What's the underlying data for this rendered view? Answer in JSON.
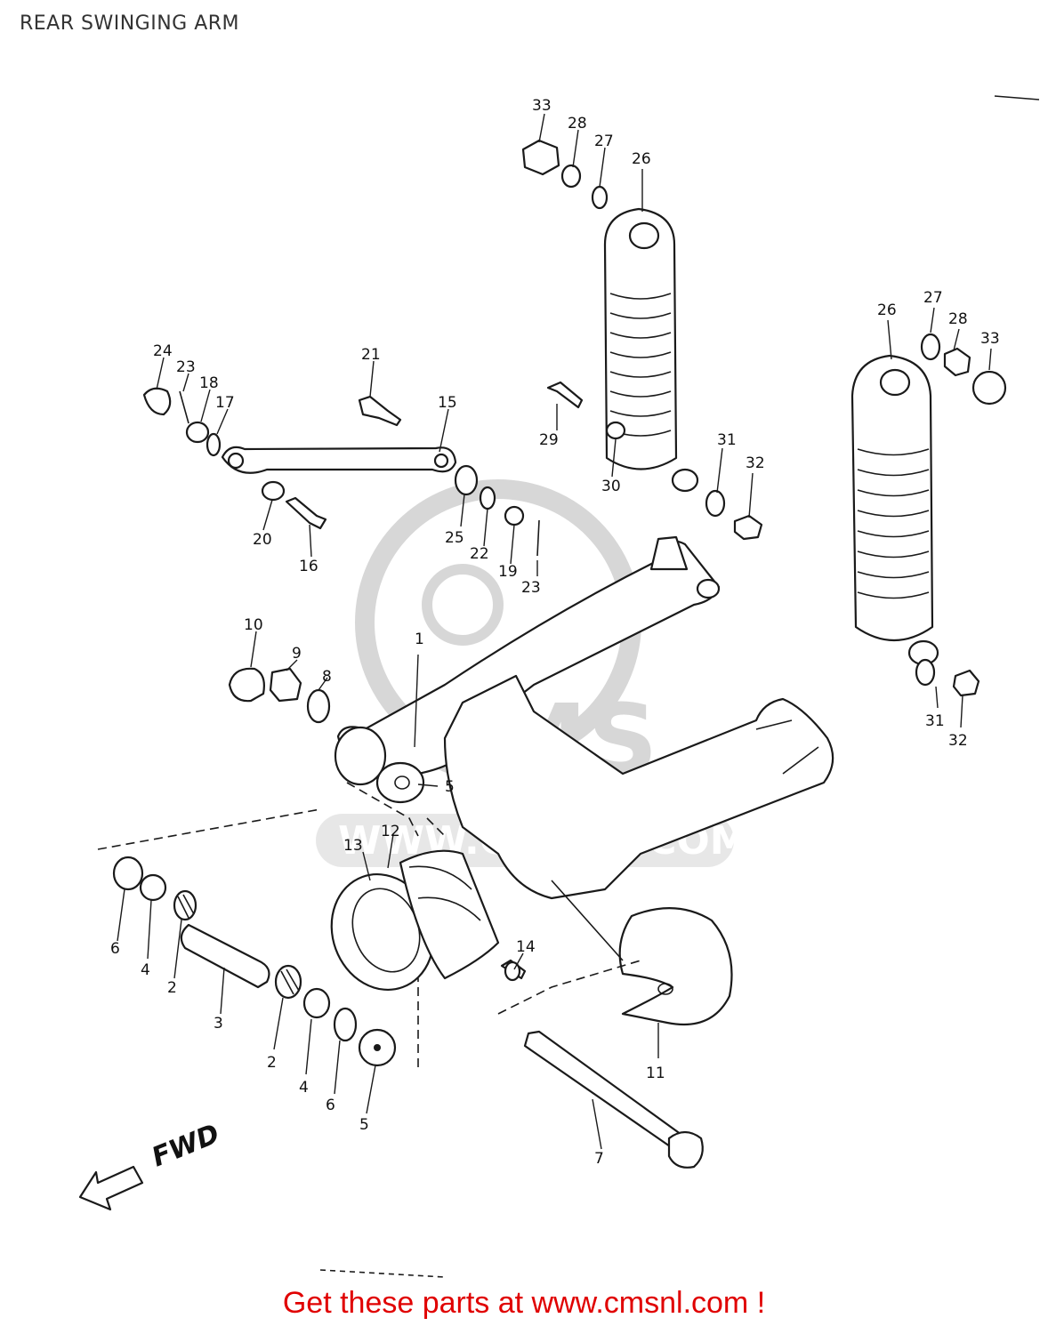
{
  "header": {
    "title": "REAR SWINGING ARM"
  },
  "diagram": {
    "direction_label": "FWD",
    "watermark_text": "CMS",
    "watermark_url": "WWW.CMSNL.COM",
    "callouts": [
      "1",
      "2",
      "2",
      "3",
      "4",
      "4",
      "5",
      "5",
      "6",
      "6",
      "7",
      "8",
      "9",
      "10",
      "11",
      "12",
      "13",
      "14",
      "15",
      "16",
      "17",
      "18",
      "19",
      "20",
      "21",
      "22",
      "23",
      "23",
      "24",
      "25",
      "26",
      "26",
      "27",
      "27",
      "28",
      "28",
      "29",
      "30",
      "31",
      "31",
      "32",
      "32",
      "33",
      "33"
    ]
  },
  "colors": {
    "footer": "#e00000",
    "title": "#333333",
    "lines": "#1a1a1a"
  },
  "footer": {
    "text": "Get these parts at www.cmsnl.com !"
  }
}
